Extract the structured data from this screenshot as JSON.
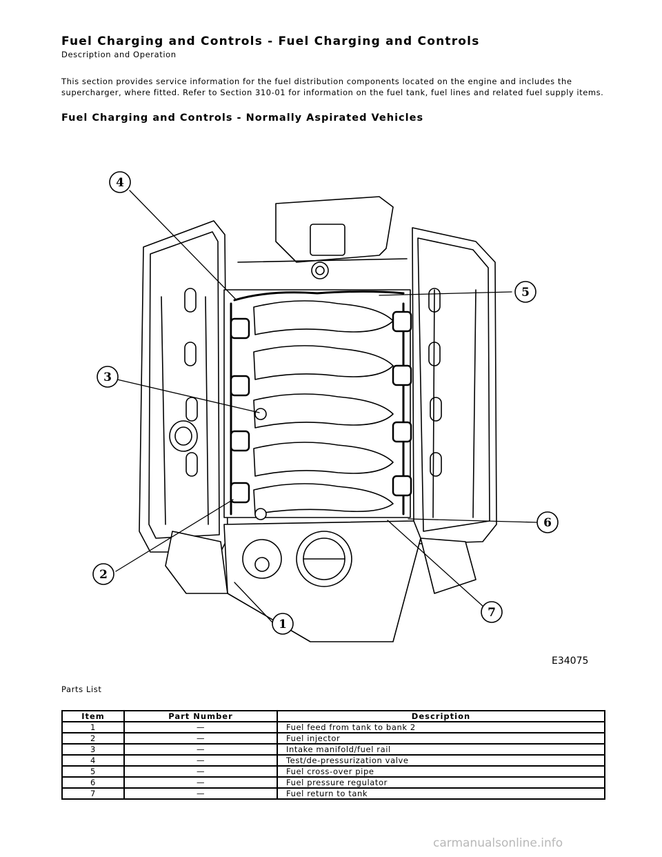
{
  "header": {
    "title": "Fuel Charging and Controls - Fuel Charging and Controls",
    "subtitle": "Description and Operation"
  },
  "intro": "This section provides service information for the fuel distribution components located on the engine and includes the supercharger, where fitted. Refer to Section 310-01 for information on the fuel tank, fuel lines and related fuel supply items.",
  "section_heading": "Fuel Charging and Controls - Normally Aspirated Vehicles",
  "figure": {
    "ref": "E34075",
    "callouts": [
      "1",
      "2",
      "3",
      "4",
      "5",
      "6",
      "7"
    ]
  },
  "parts_caption": "Parts List",
  "parts_table": {
    "headers": [
      "Item",
      "Part Number",
      "Description"
    ],
    "rows": [
      {
        "item": "1",
        "part_number": "—",
        "description": "Fuel feed from tank to bank 2"
      },
      {
        "item": "2",
        "part_number": "—",
        "description": "Fuel injector"
      },
      {
        "item": "3",
        "part_number": "—",
        "description": "Intake manifold/fuel rail"
      },
      {
        "item": "4",
        "part_number": "—",
        "description": "Test/de-pressurization valve"
      },
      {
        "item": "5",
        "part_number": "—",
        "description": "Fuel cross-over pipe"
      },
      {
        "item": "6",
        "part_number": "—",
        "description": "Fuel pressure regulator"
      },
      {
        "item": "7",
        "part_number": "—",
        "description": "Fuel return to tank"
      }
    ]
  },
  "footer": {
    "watermark": "carmanualsonline.info"
  }
}
